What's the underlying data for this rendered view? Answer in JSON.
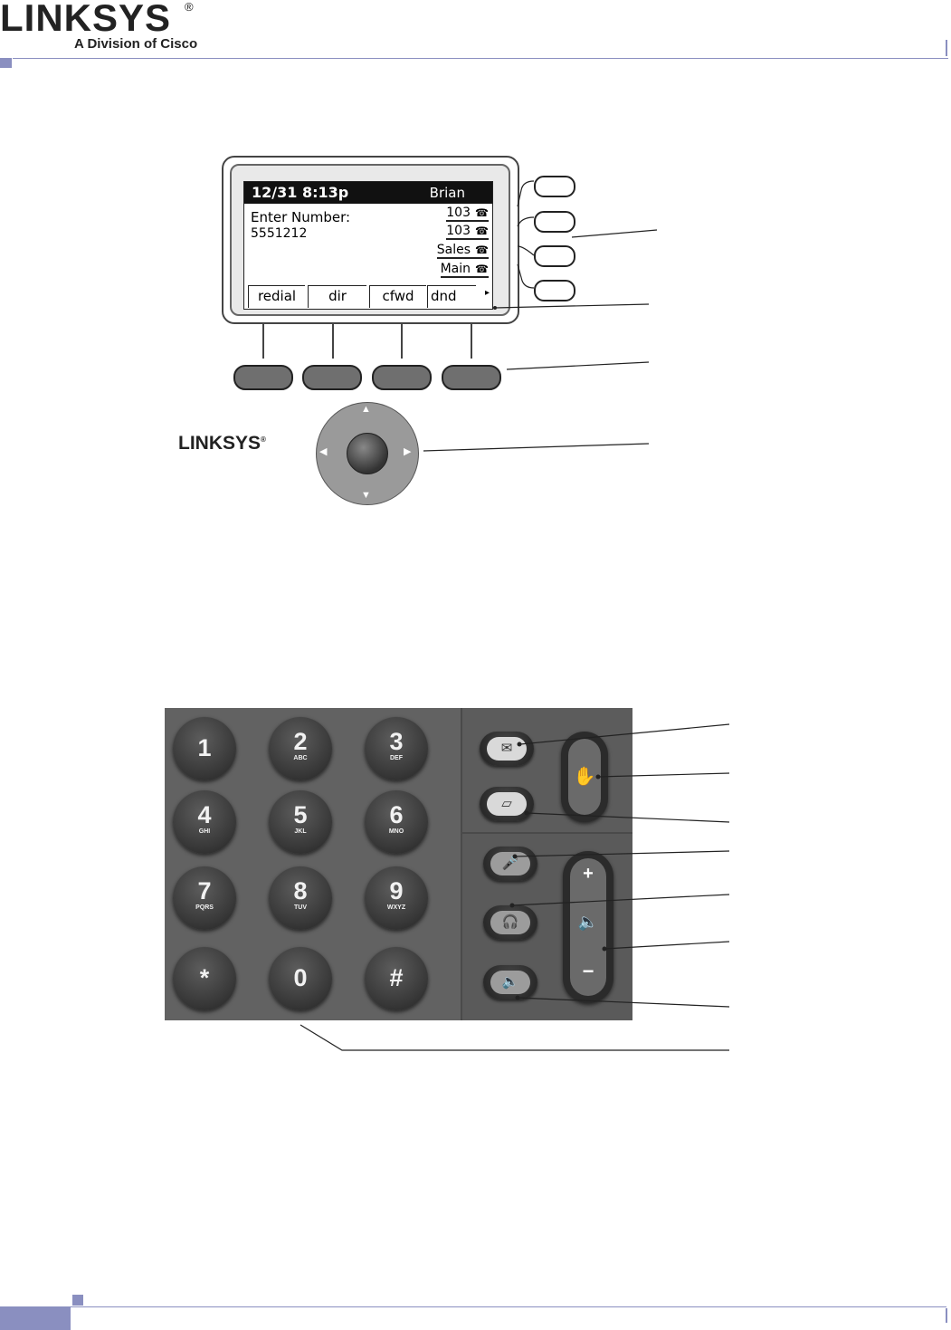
{
  "header": {
    "logo_text": "LINKSYS",
    "registered_mark": "®",
    "subtitle": "A Division of Cisco"
  },
  "lcd_figure": {
    "status_date": "12/31 8:13p",
    "status_user": "Brian",
    "prompt": "Enter Number:",
    "entered_number": "5551212",
    "lines": [
      "103",
      "103",
      "Sales",
      "Main"
    ],
    "line_icon": "phone-icon",
    "softkeys": [
      "redial",
      "dir",
      "cfwd",
      "dnd"
    ],
    "more_indicator": "▸",
    "brand": "LINKSYS",
    "brand_mark": "®",
    "nav_arrows": {
      "up": "▲",
      "down": "▼",
      "left": "◀",
      "right": "▶"
    }
  },
  "keypad_figure": {
    "keys": [
      {
        "digit": "1",
        "letters": ""
      },
      {
        "digit": "2",
        "letters": "ABC"
      },
      {
        "digit": "3",
        "letters": "DEF"
      },
      {
        "digit": "4",
        "letters": "GHI"
      },
      {
        "digit": "5",
        "letters": "JKL"
      },
      {
        "digit": "6",
        "letters": "MNO"
      },
      {
        "digit": "7",
        "letters": "PQRS"
      },
      {
        "digit": "8",
        "letters": "TUV"
      },
      {
        "digit": "9",
        "letters": "WXYZ"
      },
      {
        "digit": "*",
        "letters": ""
      },
      {
        "digit": "0",
        "letters": ""
      },
      {
        "digit": "#",
        "letters": ""
      }
    ],
    "function_keys": [
      {
        "name": "messages-icon",
        "glyph": "✉"
      },
      {
        "name": "setup-icon",
        "glyph": "▱"
      },
      {
        "name": "mute-icon",
        "glyph": "🎤"
      },
      {
        "name": "headset-icon",
        "glyph": "🎧"
      },
      {
        "name": "speaker-icon",
        "glyph": "🔈"
      }
    ],
    "hold_glyph": "✋",
    "volume": {
      "plus": "+",
      "speaker": "🔈",
      "minus": "−"
    }
  },
  "colors": {
    "accent": "#8a8fc0",
    "photo_bg": "#626262"
  }
}
